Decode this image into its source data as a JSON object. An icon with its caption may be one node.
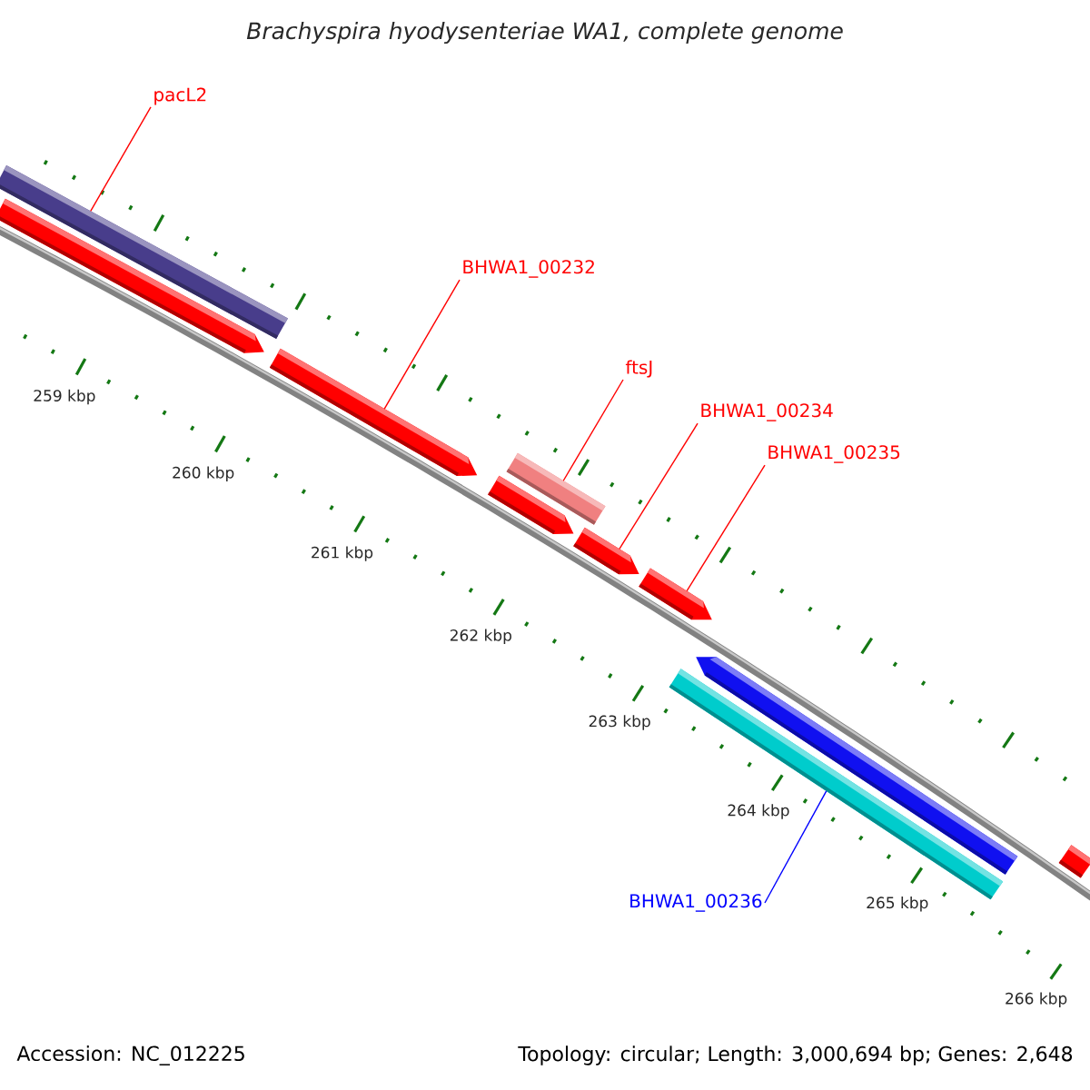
{
  "diagram": {
    "title": "Brachyspira hyodysenteriae WA1, complete genome",
    "nodes": [
      {
        "text": [
          "pacL2"
        ]
      },
      {
        "text": [],
        "shape": "pentagon"
      },
      {
        "text": [],
        "shape": "box"
      },
      {
        "text": [
          "BHWA1_00232"
        ]
      },
      {
        "text": [],
        "shape": "pentagon"
      },
      {
        "text": [
          "ftsJ"
        ]
      },
      {
        "text": [],
        "shape": "box"
      },
      {
        "text": [],
        "shape": "pentagon"
      },
      {
        "text": [
          "BHWA1_00234"
        ]
      },
      {
        "text": [],
        "shape": "pentagon"
      },
      {
        "text": [
          "BHWA1_00235"
        ]
      },
      {
        "text": [],
        "shape": "pentagon"
      },
      {
        "text": [],
        "shape": "pentagon"
      },
      {
        "text": [],
        "shape": "box"
      },
      {
        "text": [
          "BHWA1_00236"
        ]
      },
      {
        "text": [],
        "shape": "box"
      }
    ],
    "edges": [
      {
        "from": 0,
        "to": 2,
        "arrow": "none"
      },
      {
        "from": 3,
        "to": 4,
        "arrow": "none"
      },
      {
        "from": 5,
        "to": 6,
        "arrow": "none"
      },
      {
        "from": 8,
        "to": 9,
        "arrow": "none"
      },
      {
        "from": 10,
        "to": 11,
        "arrow": "none"
      },
      {
        "from": 14,
        "to": 13,
        "arrow": "none",
        "color": "#0000ff"
      }
    ],
    "labels": [
      "259 kbp",
      "260 kbp",
      "261 kbp",
      "262 kbp",
      "263 kbp",
      "264 kbp",
      "265 kbp",
      "266 kbp",
      "Accession: NC_012225",
      "Topology: circular; Length: 3,000,694 bp; Genes: 2,648"
    ]
  }
}
